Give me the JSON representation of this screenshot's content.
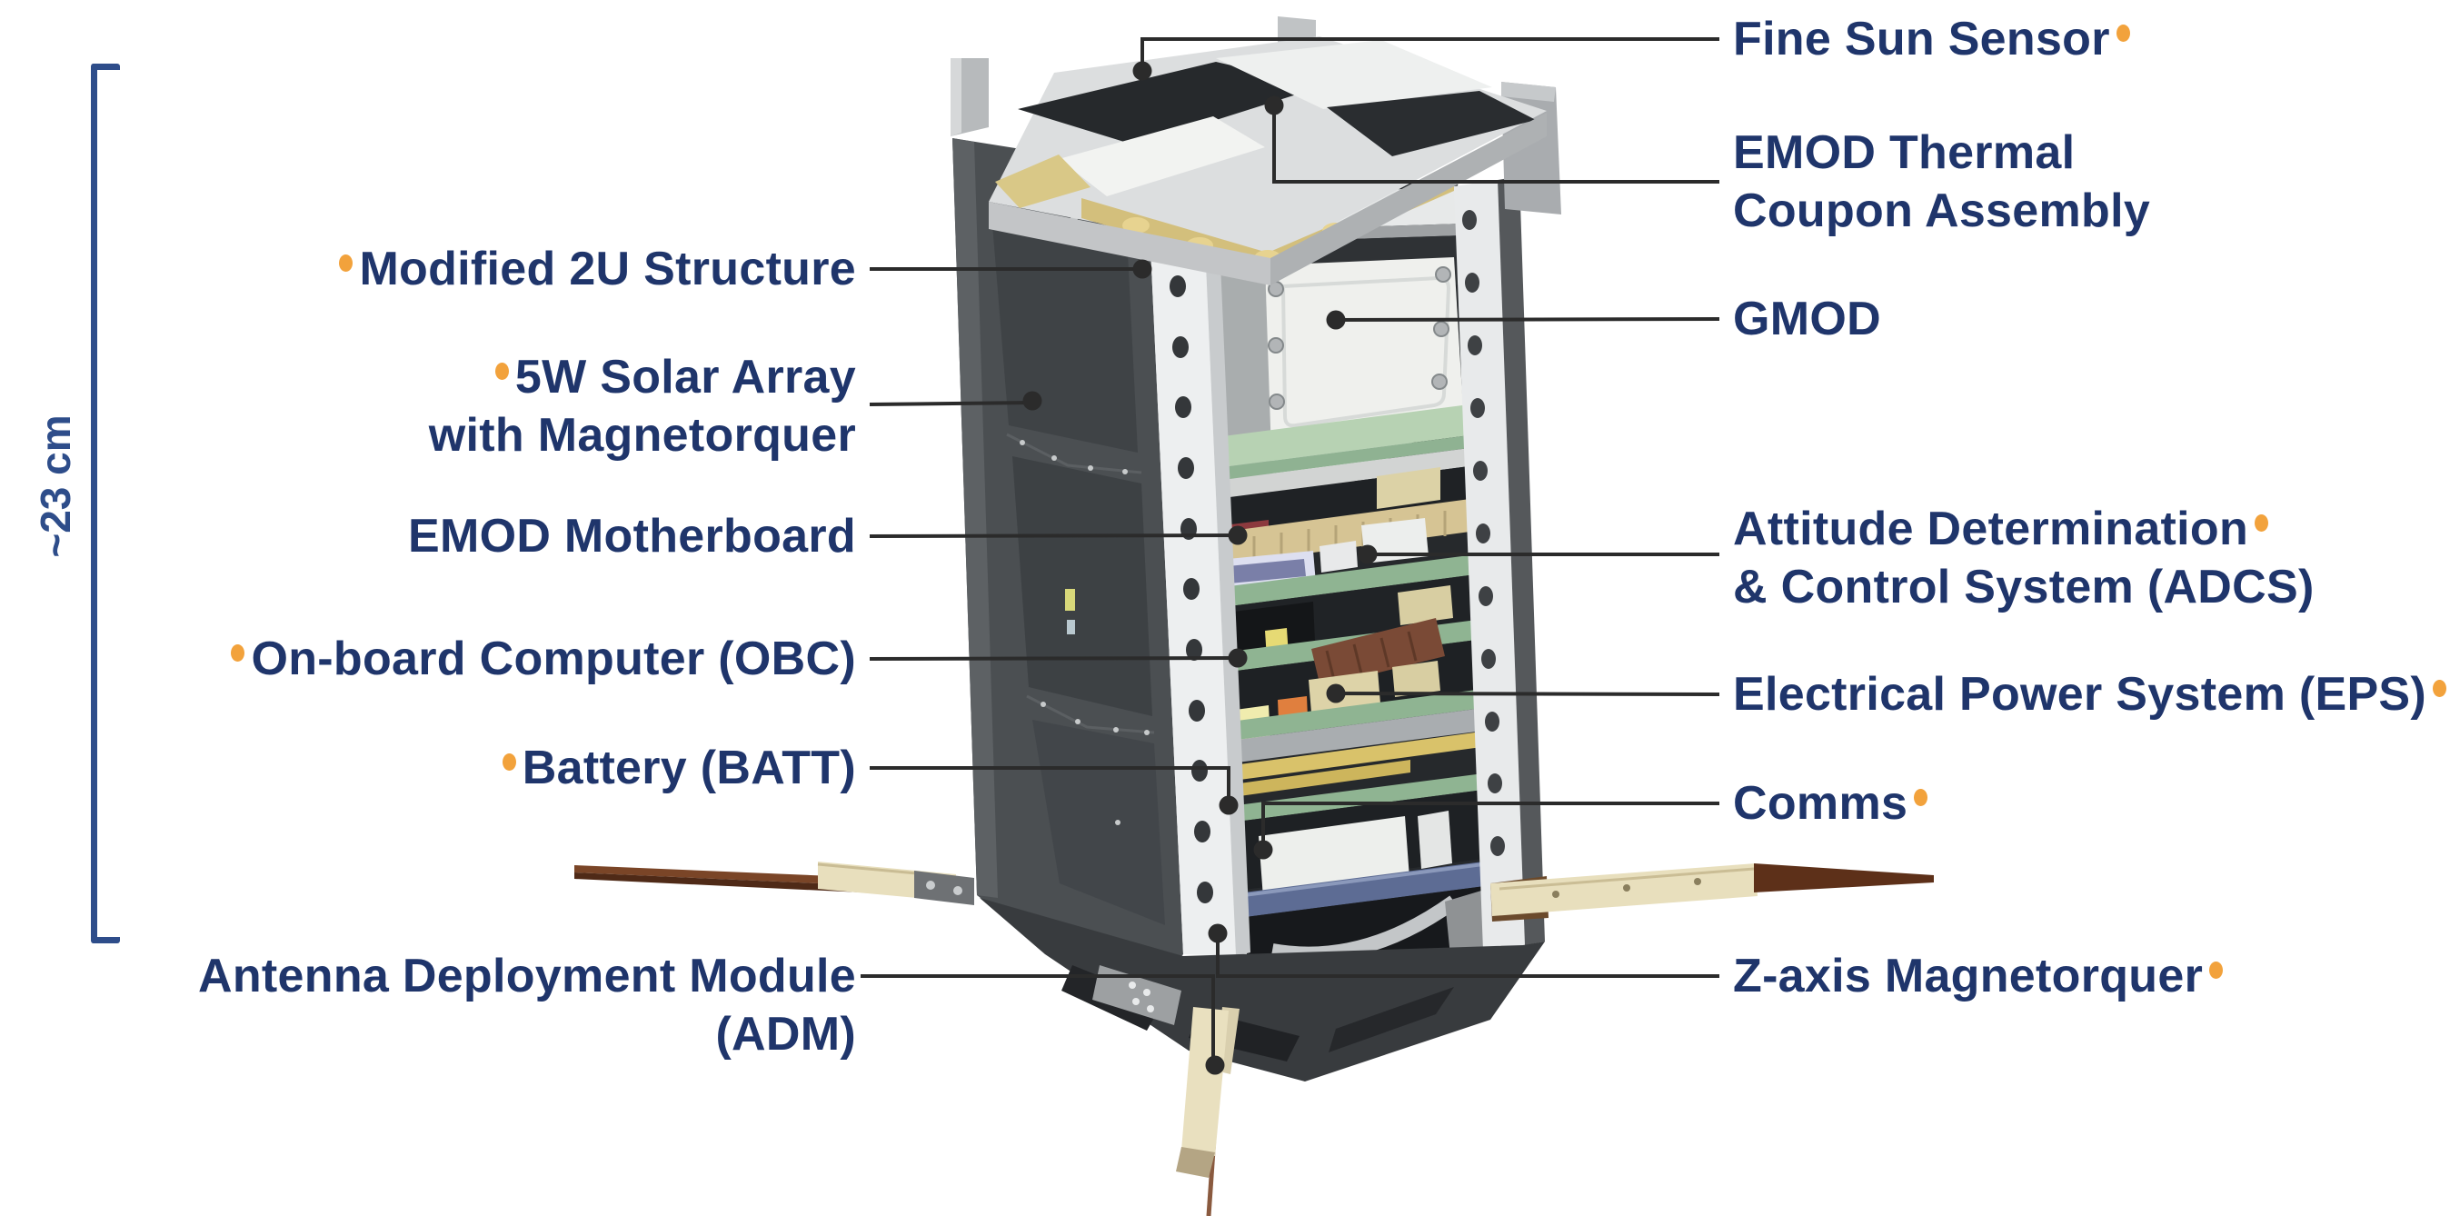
{
  "dimension": {
    "label": "~23 cm"
  },
  "callouts": {
    "left": [
      {
        "id": "modified-2u-structure",
        "lines": [
          "Modified 2U Structure"
        ],
        "marker": true
      },
      {
        "id": "solar-array",
        "lines": [
          "5W Solar Array",
          "with Magnetorquer"
        ],
        "marker": true
      },
      {
        "id": "emod-motherboard",
        "lines": [
          "EMOD Motherboard"
        ],
        "marker": false
      },
      {
        "id": "onboard-computer",
        "lines": [
          "On-board Computer (OBC)"
        ],
        "marker": true
      },
      {
        "id": "battery",
        "lines": [
          "Battery (BATT)"
        ],
        "marker": true
      },
      {
        "id": "antenna-deployment-module",
        "lines": [
          "Antenna Deployment Module",
          "(ADM)"
        ],
        "marker": false
      }
    ],
    "right": [
      {
        "id": "fine-sun-sensor",
        "lines": [
          "Fine Sun Sensor"
        ],
        "marker": true
      },
      {
        "id": "emod-thermal-coupon",
        "lines": [
          "EMOD Thermal",
          "Coupon Assembly"
        ],
        "marker": false
      },
      {
        "id": "gmod",
        "lines": [
          "GMOD"
        ],
        "marker": false
      },
      {
        "id": "adcs",
        "lines": [
          "Attitude Determination",
          "& Control System (ADCS)"
        ],
        "marker": true
      },
      {
        "id": "eps",
        "lines": [
          "Electrical Power System (EPS)"
        ],
        "marker": true
      },
      {
        "id": "comms",
        "lines": [
          "Comms"
        ],
        "marker": true
      },
      {
        "id": "z-axis-magnetorquer",
        "lines": [
          "Z-axis Magnetorquer"
        ],
        "marker": true
      }
    ]
  },
  "colors": {
    "label-text": "#1f356b",
    "marker-orange": "#F2A23C",
    "leader-line": "#2b2b2b",
    "bracket-blue": "#2e4d8a",
    "background": "#ffffff"
  }
}
